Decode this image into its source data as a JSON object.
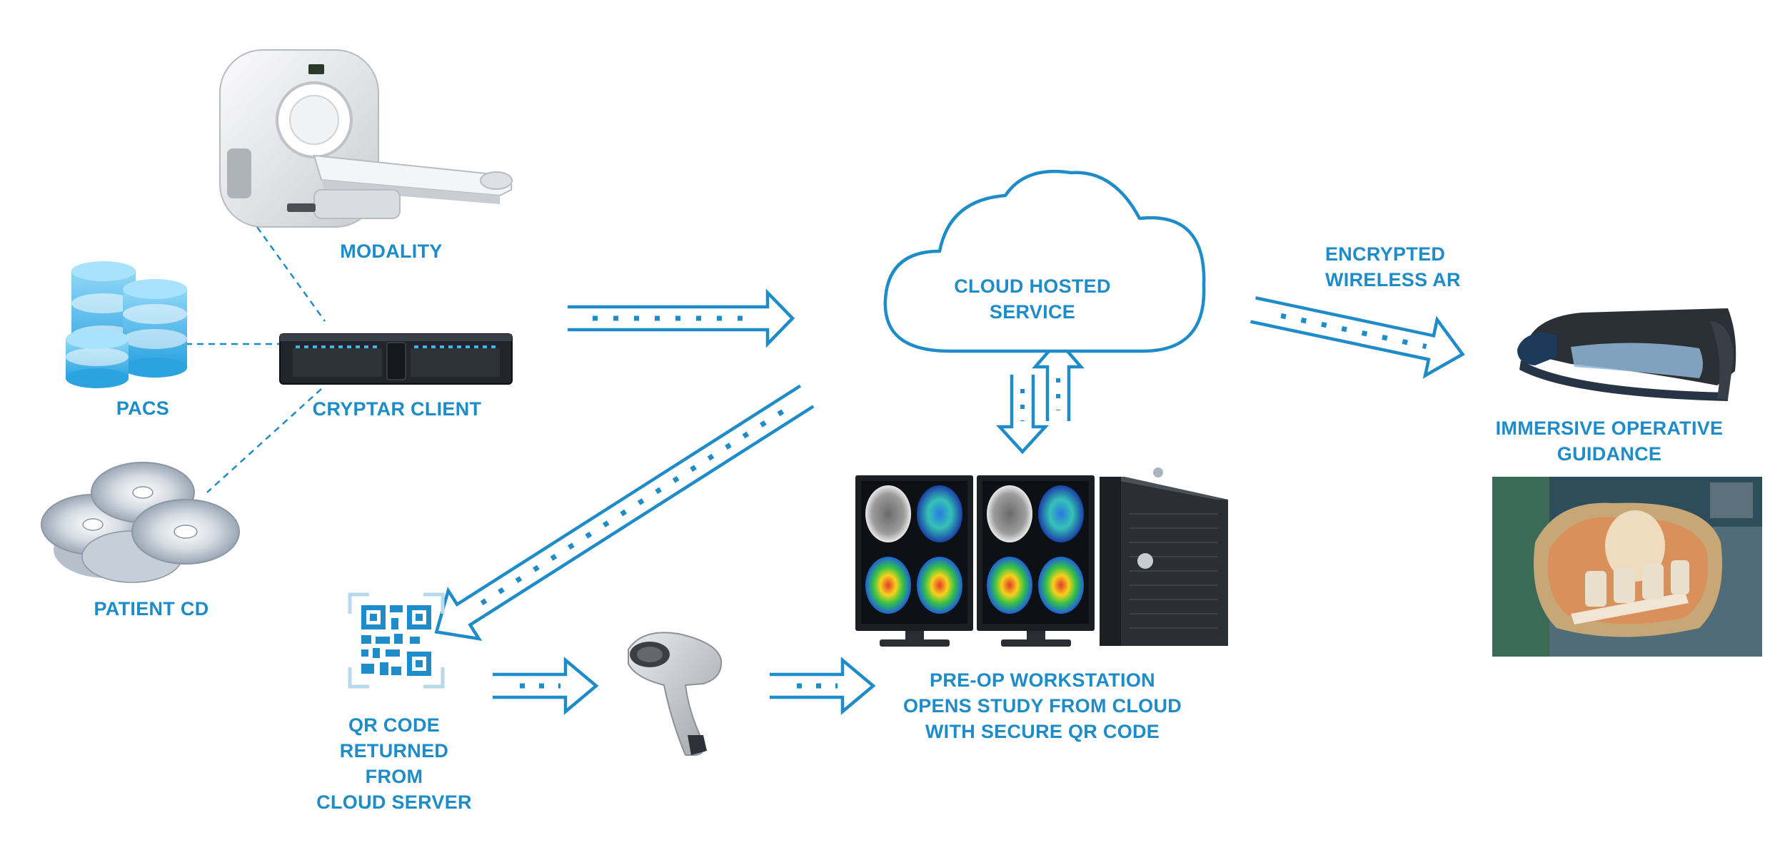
{
  "colors": {
    "accent": "#1e8cc8",
    "accent_light": "#4fb8e8",
    "device_gray": "#e6e8eb",
    "dark": "#1b1f24"
  },
  "labels": {
    "modality": "MODALITY",
    "pacs": "PACS",
    "cryptar_client": "CRYPTAR CLIENT",
    "patient_cd": "PATIENT CD",
    "cloud_line1": "CLOUD HOSTED",
    "cloud_line2": "SERVICE",
    "encrypted_line1": "ENCRYPTED",
    "encrypted_line2": "WIRELESS AR",
    "immersive_line1": "IMMERSIVE OPERATIVE",
    "immersive_line2": "GUIDANCE",
    "qr_line1": "QR CODE",
    "qr_line2": "RETURNED",
    "qr_line3": "FROM",
    "qr_line4": "CLOUD SERVER",
    "preop_line1": "PRE-OP WORKSTATION",
    "preop_line2": "OPENS STUDY FROM CLOUD",
    "preop_line3": "WITH SECURE QR CODE"
  },
  "icons": {
    "modality": "ct-scanner-icon",
    "pacs": "database-icon",
    "cryptar_client": "rack-server-icon",
    "patient_cd": "cd-stack-icon",
    "cloud": "cloud-icon",
    "qr": "qr-code-icon",
    "scanner": "barcode-scanner-icon",
    "workstation": "workstation-icon",
    "ar_headset": "ar-headset-icon",
    "surgery": "surgical-photo"
  }
}
